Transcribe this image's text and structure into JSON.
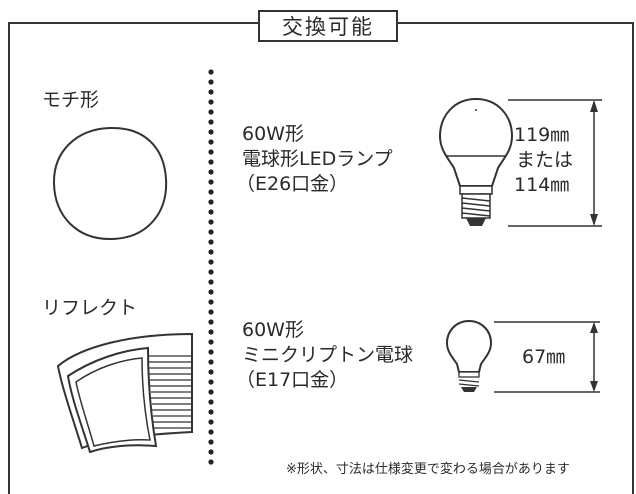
{
  "header": {
    "title": "交換可能"
  },
  "left": {
    "shape1_label": "モチ形",
    "shape2_label": "リフレクト"
  },
  "bulb1": {
    "line1": "60W形",
    "line2": "電球形LEDランプ",
    "line3": "（E26口金）",
    "dim_line1": "119㎜",
    "dim_line2": "または",
    "dim_line3": "114㎜"
  },
  "bulb2": {
    "line1": "60W形",
    "line2": "ミニクリプトン電球",
    "line3": "（E17口金）",
    "dim": "67㎜"
  },
  "note": "※形状、寸法は仕様変更で変わる場合があります",
  "icons": [
    "round-shade-icon",
    "reflect-shade-icon",
    "led-bulb-icon",
    "krypton-bulb-icon"
  ]
}
